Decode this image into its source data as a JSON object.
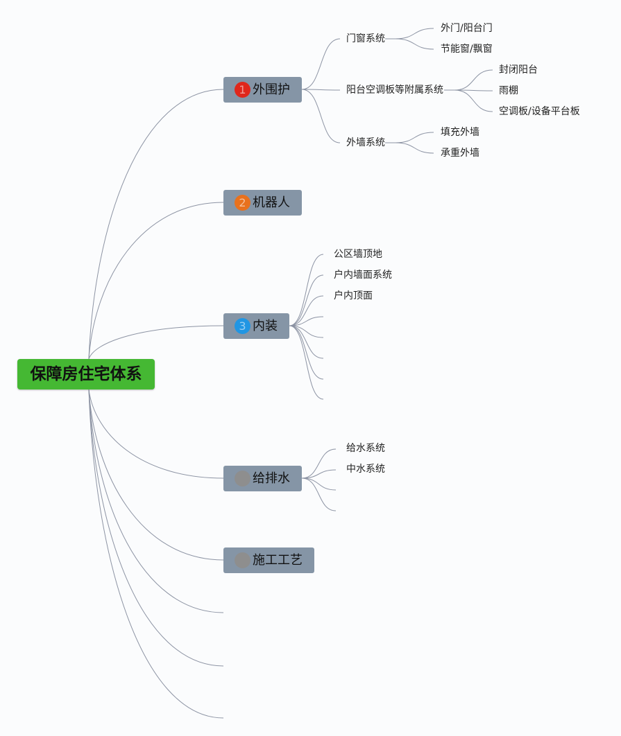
{
  "root": {
    "label": "保障房住宅体系",
    "color": "#45b833"
  },
  "colors": {
    "branch_fill": "#8595a6",
    "link": "#8c93a3"
  },
  "branches": [
    {
      "num": "1",
      "badge_color": "#e0271b",
      "label": "外围护",
      "children": [
        {
          "label": "门窗系统",
          "children": [
            "外门/阳台门",
            "节能窗/飘窗"
          ]
        },
        {
          "label": "阳台空调板等附属系统",
          "children": [
            "封闭阳台",
            "雨棚",
            "空调板/设备平台板"
          ]
        },
        {
          "label": "外墙系统",
          "children": [
            "填充外墙",
            "承重外墙"
          ]
        }
      ]
    },
    {
      "num": "2",
      "badge_color": "#e8711d",
      "label": "机器人",
      "children": []
    },
    {
      "num": "3",
      "badge_color": "#2196e3",
      "label": "内装",
      "children": [
        {
          "label": "公区墙顶地"
        },
        {
          "label": "户内墙面系统"
        },
        {
          "label": "户内顶面"
        },
        {
          "label": ""
        },
        {
          "label": ""
        },
        {
          "label": ""
        },
        {
          "label": ""
        },
        {
          "label": ""
        }
      ]
    },
    {
      "num": "",
      "badge_color": "#8e8e8e",
      "label": "给排水",
      "children": [
        {
          "label": "给水系统"
        },
        {
          "label": "中水系统"
        },
        {
          "label": ""
        },
        {
          "label": ""
        }
      ]
    },
    {
      "num": "",
      "badge_color": "#8e8e8e",
      "label": "施工工艺",
      "children": []
    }
  ]
}
